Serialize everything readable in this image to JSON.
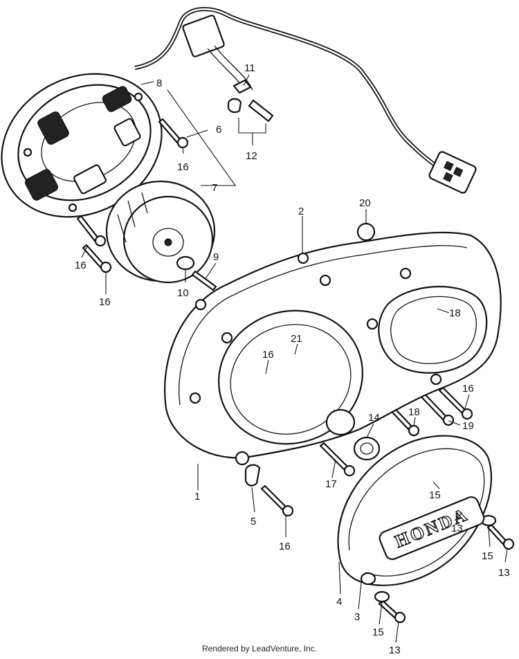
{
  "callouts": {
    "c1": "1",
    "c2": "2",
    "c3": "3",
    "c4": "4",
    "c5": "5",
    "c6": "6",
    "c7": "7",
    "c8": "8",
    "c9": "9",
    "c10": "10",
    "c11": "11",
    "c12": "12",
    "c13a": "13",
    "c13b": "13",
    "c13c": "13",
    "c14": "14",
    "c15a": "15",
    "c15b": "15",
    "c15c": "15",
    "c16a": "16",
    "c16b": "16",
    "c16c": "16",
    "c16d": "16",
    "c16e": "16",
    "c16f": "16",
    "c17": "17",
    "c18a": "18",
    "c18b": "18",
    "c19": "19",
    "c20": "20",
    "c21": "21"
  },
  "logo_text": "HONDA",
  "footer": "Rendered by LeadVenture, Inc."
}
